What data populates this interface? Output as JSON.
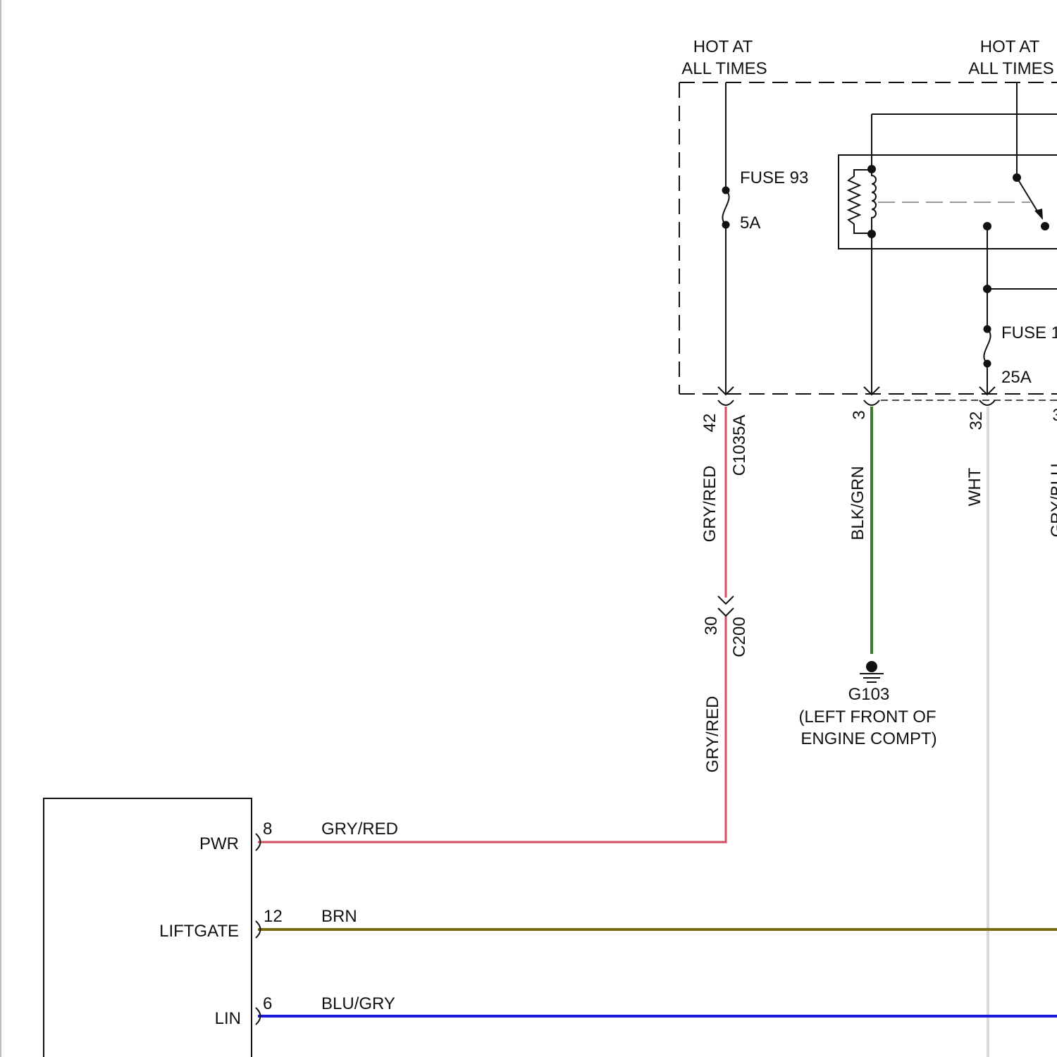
{
  "colors": {
    "gry_red_main": "#e8a0a8",
    "gry_red_core": "#c0203a",
    "blk_grn": "#3a7a2a",
    "wht": "#d9d9d9",
    "brn": "#7a6a10",
    "blu_gry": "#1a1adb",
    "line": "#111111"
  },
  "power_box": {
    "hot_left_line1": "HOT AT",
    "hot_left_line2": "ALL TIMES",
    "hot_right_line1": "HOT AT",
    "hot_right_line2": "ALL TIMES",
    "fuse93_label": "FUSE 93",
    "fuse93_rating": "5A",
    "fuse_right_label": "FUSE 1",
    "fuse_right_rating": "25A"
  },
  "connectors": {
    "pin42": "42",
    "c1035a": "C1035A",
    "pin3": "3",
    "pin32": "32",
    "pin30": "30",
    "c200": "C200"
  },
  "wires": {
    "gry_red_upper": "GRY/RED",
    "gry_red_lower": "GRY/RED",
    "blk_grn": "BLK/GRN",
    "wht": "WHT",
    "gry_blu_partial": "GRY/BLU"
  },
  "ground": {
    "id": "G103",
    "loc_line1": "(LEFT FRONT OF",
    "loc_line2": "ENGINE COMPT)"
  },
  "module": {
    "pins": [
      {
        "label": "PWR",
        "pin": "8",
        "wire": "GRY/RED"
      },
      {
        "label": "LIFTGATE",
        "pin": "12",
        "wire": "BRN"
      },
      {
        "label": "LIN",
        "pin": "6",
        "wire": "BLU/GRY"
      }
    ]
  }
}
